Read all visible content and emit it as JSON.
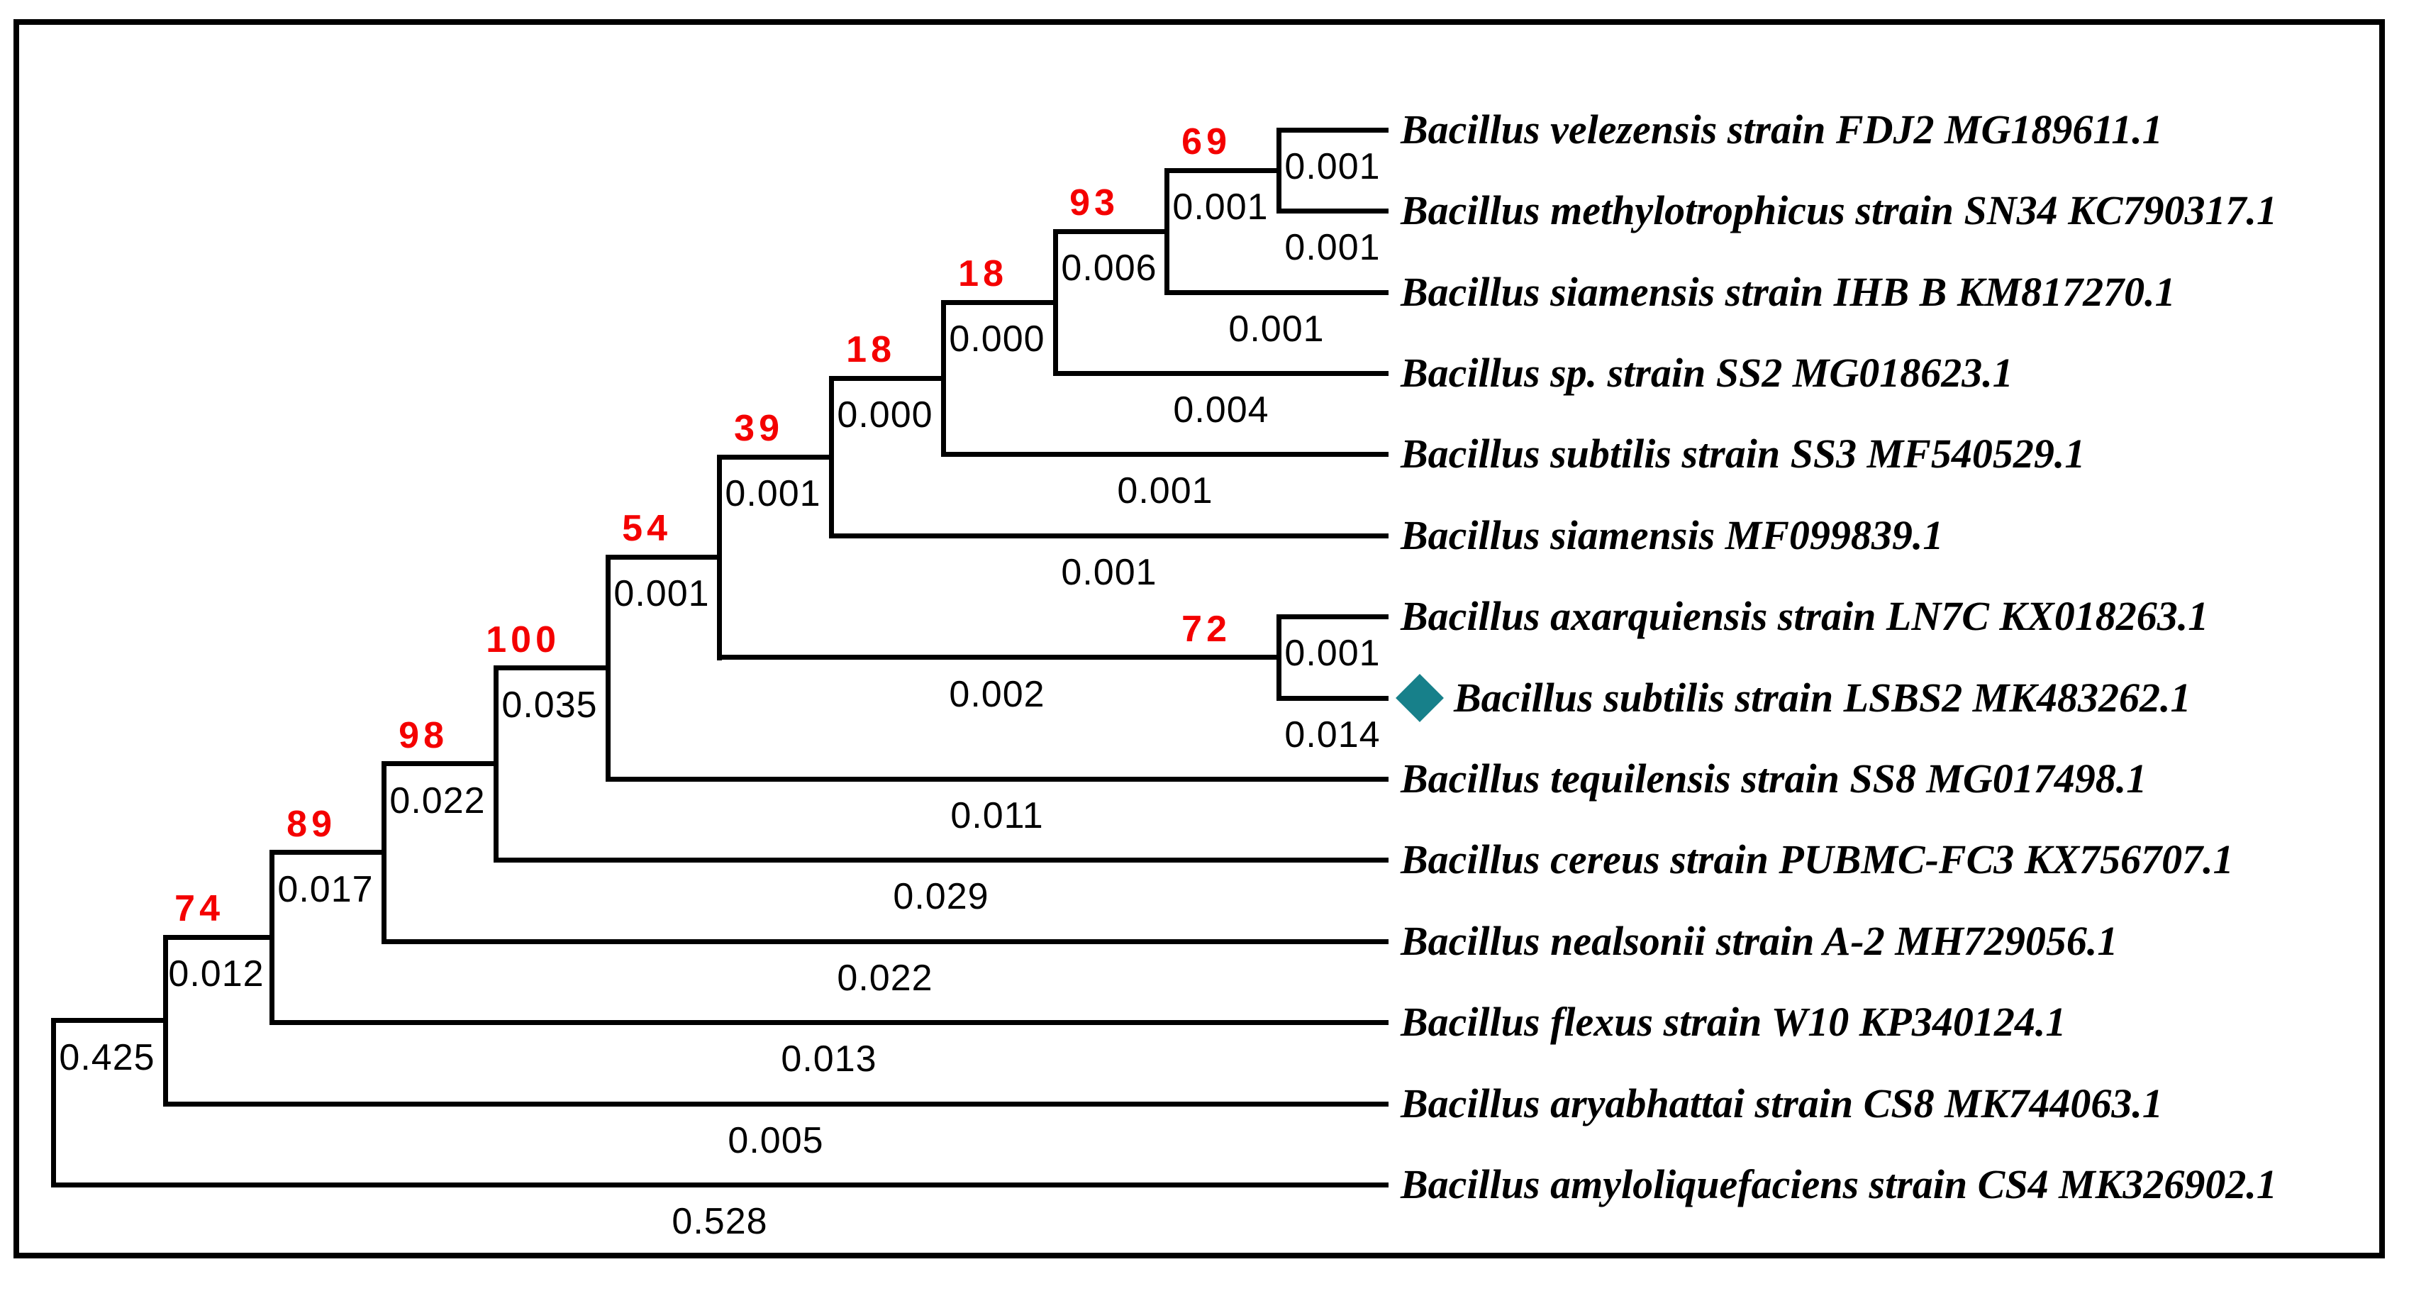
{
  "figure": {
    "type": "phylogenetic-tree",
    "background_color": "#ffffff",
    "border_color": "#000000",
    "line_color": "#000000",
    "bootstrap_color": "#f40000",
    "branch_length_color": "#000000",
    "marker_color": "#17808a",
    "marker_shape": "diamond"
  },
  "tree": {
    "leaves": [
      {
        "id": "L1",
        "name": "Bacillus velezensis strain FDJ2 MG189611.1",
        "branch_length": "0.001",
        "marker": false
      },
      {
        "id": "L2",
        "name": "Bacillus methylotrophicus strain SN34 KC790317.1",
        "branch_length": "0.001",
        "marker": false
      },
      {
        "id": "L3",
        "name": "Bacillus siamensis strain IHB B KM817270.1",
        "branch_length": "0.001",
        "marker": false
      },
      {
        "id": "L4",
        "name": "Bacillus sp. strain SS2 MG018623.1",
        "branch_length": "0.004",
        "marker": false
      },
      {
        "id": "L5",
        "name": "Bacillus subtilis strain SS3 MF540529.1",
        "branch_length": "0.001",
        "marker": false
      },
      {
        "id": "L6",
        "name": "Bacillus siamensis MF099839.1",
        "branch_length": "0.001",
        "marker": false
      },
      {
        "id": "L7",
        "name": "Bacillus axarquiensis strain LN7C KX018263.1",
        "branch_length": "0.001",
        "marker": false
      },
      {
        "id": "L8",
        "name": "Bacillus subtilis strain LSBS2 MK483262.1",
        "branch_length": "0.014",
        "marker": true
      },
      {
        "id": "L9",
        "name": "Bacillus tequilensis strain SS8 MG017498.1",
        "branch_length": "0.011",
        "marker": false
      },
      {
        "id": "L10",
        "name": "Bacillus cereus strain PUBMC-FC3 KX756707.1",
        "branch_length": "0.029",
        "marker": false
      },
      {
        "id": "L11",
        "name": "Bacillus nealsonii strain A-2 MH729056.1",
        "branch_length": "0.022",
        "marker": false
      },
      {
        "id": "L12",
        "name": "Bacillus flexus strain W10 KP340124.1",
        "branch_length": "0.013",
        "marker": false
      },
      {
        "id": "L13",
        "name": "Bacillus aryabhattai strain CS8 MK744063.1",
        "branch_length": "0.005",
        "marker": false
      },
      {
        "id": "L14",
        "name": "Bacillus amyloliquefaciens strain CS4 MK326902.1",
        "branch_length": "0.528",
        "marker": false
      }
    ],
    "nodes": [
      {
        "id": "root",
        "bootstrap": "",
        "branch_length": "",
        "children": [
          "nX",
          "L14"
        ]
      },
      {
        "id": "nX",
        "bootstrap": "",
        "branch_length": "0.425",
        "children": [
          "n74",
          "L13"
        ]
      },
      {
        "id": "n74",
        "bootstrap": "74",
        "branch_length": "0.012",
        "children": [
          "n89",
          "L12"
        ]
      },
      {
        "id": "n89",
        "bootstrap": "89",
        "branch_length": "0.017",
        "children": [
          "n98",
          "L11"
        ]
      },
      {
        "id": "n98",
        "bootstrap": "98",
        "branch_length": "0.022",
        "children": [
          "n100",
          "L10"
        ]
      },
      {
        "id": "n100",
        "bootstrap": "100",
        "branch_length": "0.035",
        "children": [
          "n54",
          "L9"
        ]
      },
      {
        "id": "n54",
        "bootstrap": "54",
        "branch_length": "0.001",
        "children": [
          "n39",
          "n72"
        ]
      },
      {
        "id": "n39",
        "bootstrap": "39",
        "branch_length": "0.001",
        "children": [
          "n18b",
          "L6"
        ]
      },
      {
        "id": "n18b",
        "bootstrap": "18",
        "branch_length": "0.000",
        "children": [
          "n18a",
          "L5"
        ]
      },
      {
        "id": "n18a",
        "bootstrap": "18",
        "branch_length": "0.000",
        "children": [
          "n93",
          "L4"
        ]
      },
      {
        "id": "n93",
        "bootstrap": "93",
        "branch_length": "0.006",
        "children": [
          "n69",
          "L3"
        ]
      },
      {
        "id": "n69",
        "bootstrap": "69",
        "branch_length": "0.001",
        "children": [
          "L1",
          "L2"
        ]
      },
      {
        "id": "n72",
        "bootstrap": "72",
        "branch_length": "0.002",
        "children": [
          "L7",
          "L8"
        ]
      }
    ]
  }
}
